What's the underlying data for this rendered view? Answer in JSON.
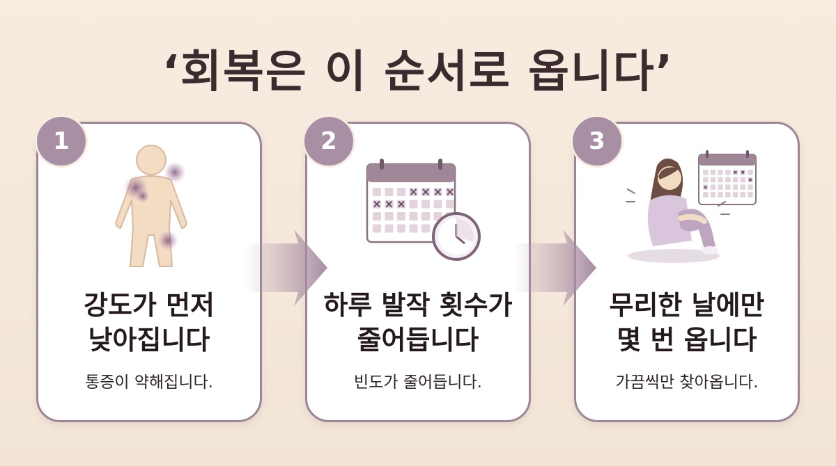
{
  "title": "‘회복은 이 순서로 옵니다’",
  "steps": [
    {
      "number": "1",
      "heading_line1": "강도가 먼저",
      "heading_line2": "낮아집니다",
      "subtitle": "통증이 약해집니다."
    },
    {
      "number": "2",
      "heading_line1": "하루 발작 횟수가",
      "heading_line2": "줄어듭니다",
      "subtitle": "빈도가 줄어듭니다."
    },
    {
      "number": "3",
      "heading_line1": "무리한 날에만",
      "heading_line2": "몇 번 옵니다",
      "subtitle": "가끔씩만 찾아옵니다."
    }
  ],
  "colors": {
    "accent": "#a88fa4",
    "border": "#9d8596",
    "background": "#f6ecdf",
    "text": "#241a1d"
  },
  "icons": [
    "body-pain-icon",
    "calendar-clock-icon",
    "resting-woman-calendar-icon",
    "arrow-right-icon"
  ]
}
